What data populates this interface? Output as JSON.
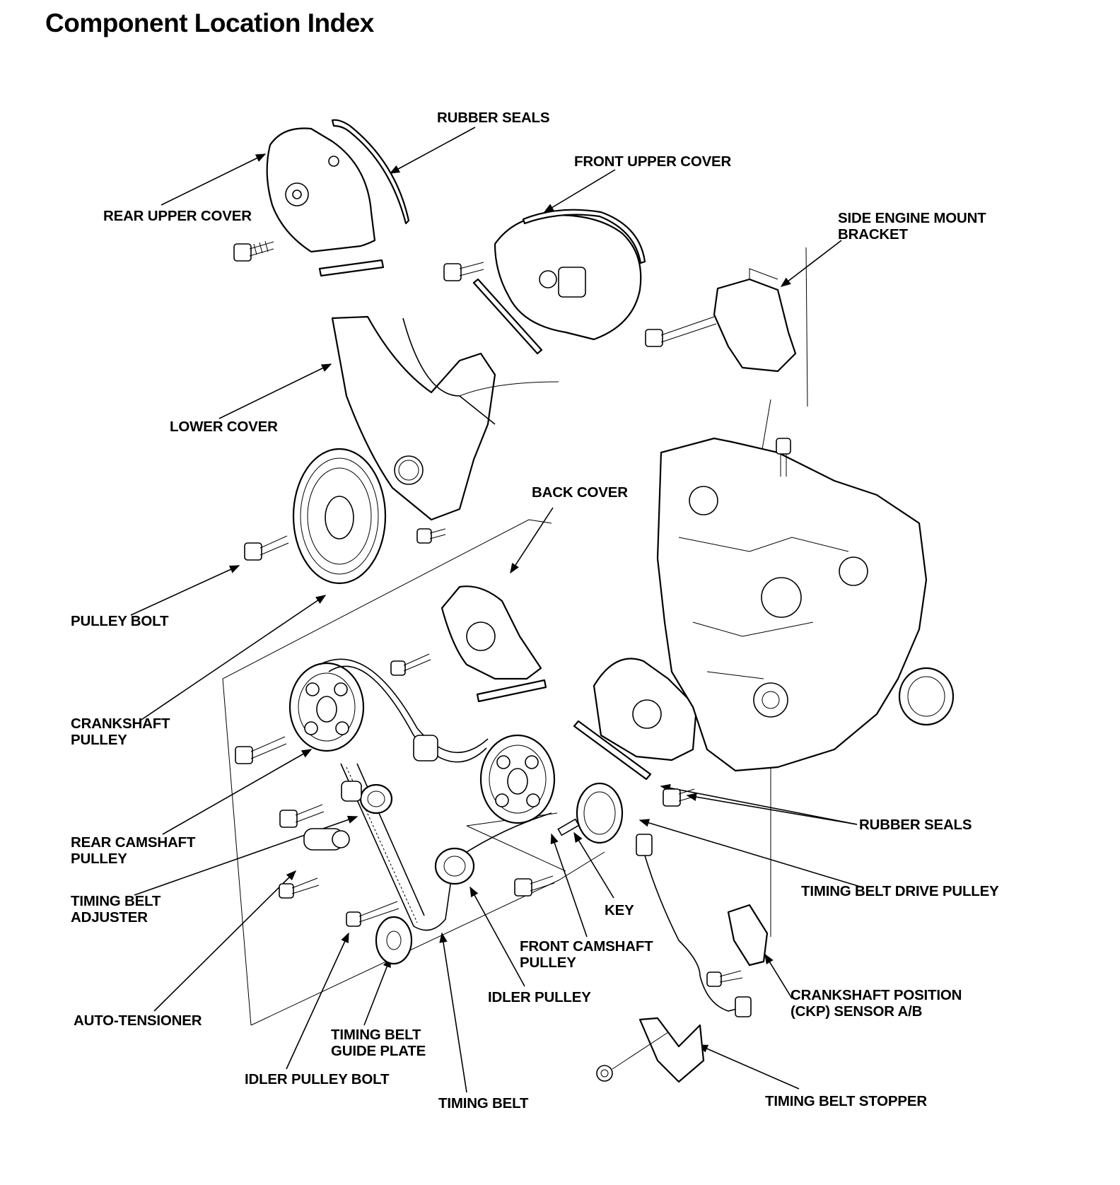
{
  "title": "Component Location Index",
  "labels": {
    "rubber_seals_top": "RUBBER SEALS",
    "front_upper_cover": "FRONT UPPER COVER",
    "rear_upper_cover": "REAR UPPER COVER",
    "side_engine_mount_bracket": [
      "SIDE ENGINE MOUNT",
      "BRACKET"
    ],
    "lower_cover": "LOWER COVER",
    "back_cover": "BACK COVER",
    "pulley_bolt": "PULLEY BOLT",
    "crankshaft_pulley": [
      "CRANKSHAFT",
      "PULLEY"
    ],
    "rear_camshaft_pulley": [
      "REAR CAMSHAFT",
      "PULLEY"
    ],
    "timing_belt_adjuster": [
      "TIMING BELT",
      "ADJUSTER"
    ],
    "auto_tensioner": "AUTO-TENSIONER",
    "timing_belt_guide_plate": [
      "TIMING BELT",
      "GUIDE PLATE"
    ],
    "idler_pulley_bolt": "IDLER PULLEY BOLT",
    "timing_belt": "TIMING BELT",
    "idler_pulley": "IDLER PULLEY",
    "front_camshaft_pulley": [
      "FRONT CAMSHAFT",
      "PULLEY"
    ],
    "key": "KEY",
    "rubber_seals_right": "RUBBER SEALS",
    "timing_belt_drive_pulley": "TIMING BELT DRIVE PULLEY",
    "ckp_sensor": [
      "CRANKSHAFT POSITION",
      "(CKP) SENSOR A/B"
    ],
    "timing_belt_stopper": "TIMING BELT STOPPER"
  }
}
